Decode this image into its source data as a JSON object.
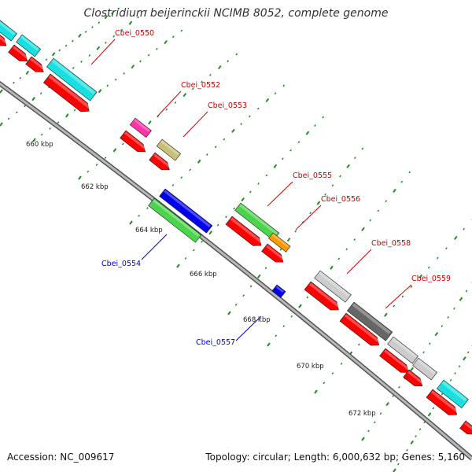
{
  "title": "Clostridium beijerinckii NCIMB 8052, complete genome",
  "footer": {
    "accession": "Accession: NC_009617",
    "summary": "Topology: circular; Length: 6,000,632 bp; Genes: 5,160"
  },
  "colors": {
    "backbone": "#888888",
    "forward_track": "#ff0000",
    "tick": "#228b22",
    "label_forward": "#cc0000",
    "label_reverse": "#0000cc",
    "cyan": "#19e0e0",
    "magenta": "#ff33aa",
    "khaki": "#c8c078",
    "green": "#4cd44c",
    "orange": "#ff9900",
    "lightgray": "#cccccc",
    "darkgray": "#666666",
    "blue": "#0000ee"
  },
  "scale_labels": [
    "660 kbp",
    "662 kbp",
    "664 kbp",
    "666 kbp",
    "668 kbp",
    "670 kbp",
    "672 kbp"
  ],
  "gene_labels": [
    {
      "text": "Cbei_0550",
      "strand": "forward"
    },
    {
      "text": "Cbei_0552",
      "strand": "forward"
    },
    {
      "text": "Cbei_0553",
      "strand": "forward"
    },
    {
      "text": "Cbei_0554",
      "strand": "reverse"
    },
    {
      "text": "Cbei_0555",
      "strand": "forward"
    },
    {
      "text": "Cbei_0556",
      "strand": "forward"
    },
    {
      "text": "Cbei_0557",
      "strand": "reverse"
    },
    {
      "text": "Cbei_0558",
      "strand": "forward"
    },
    {
      "text": "Cbei_0559",
      "strand": "forward"
    }
  ]
}
